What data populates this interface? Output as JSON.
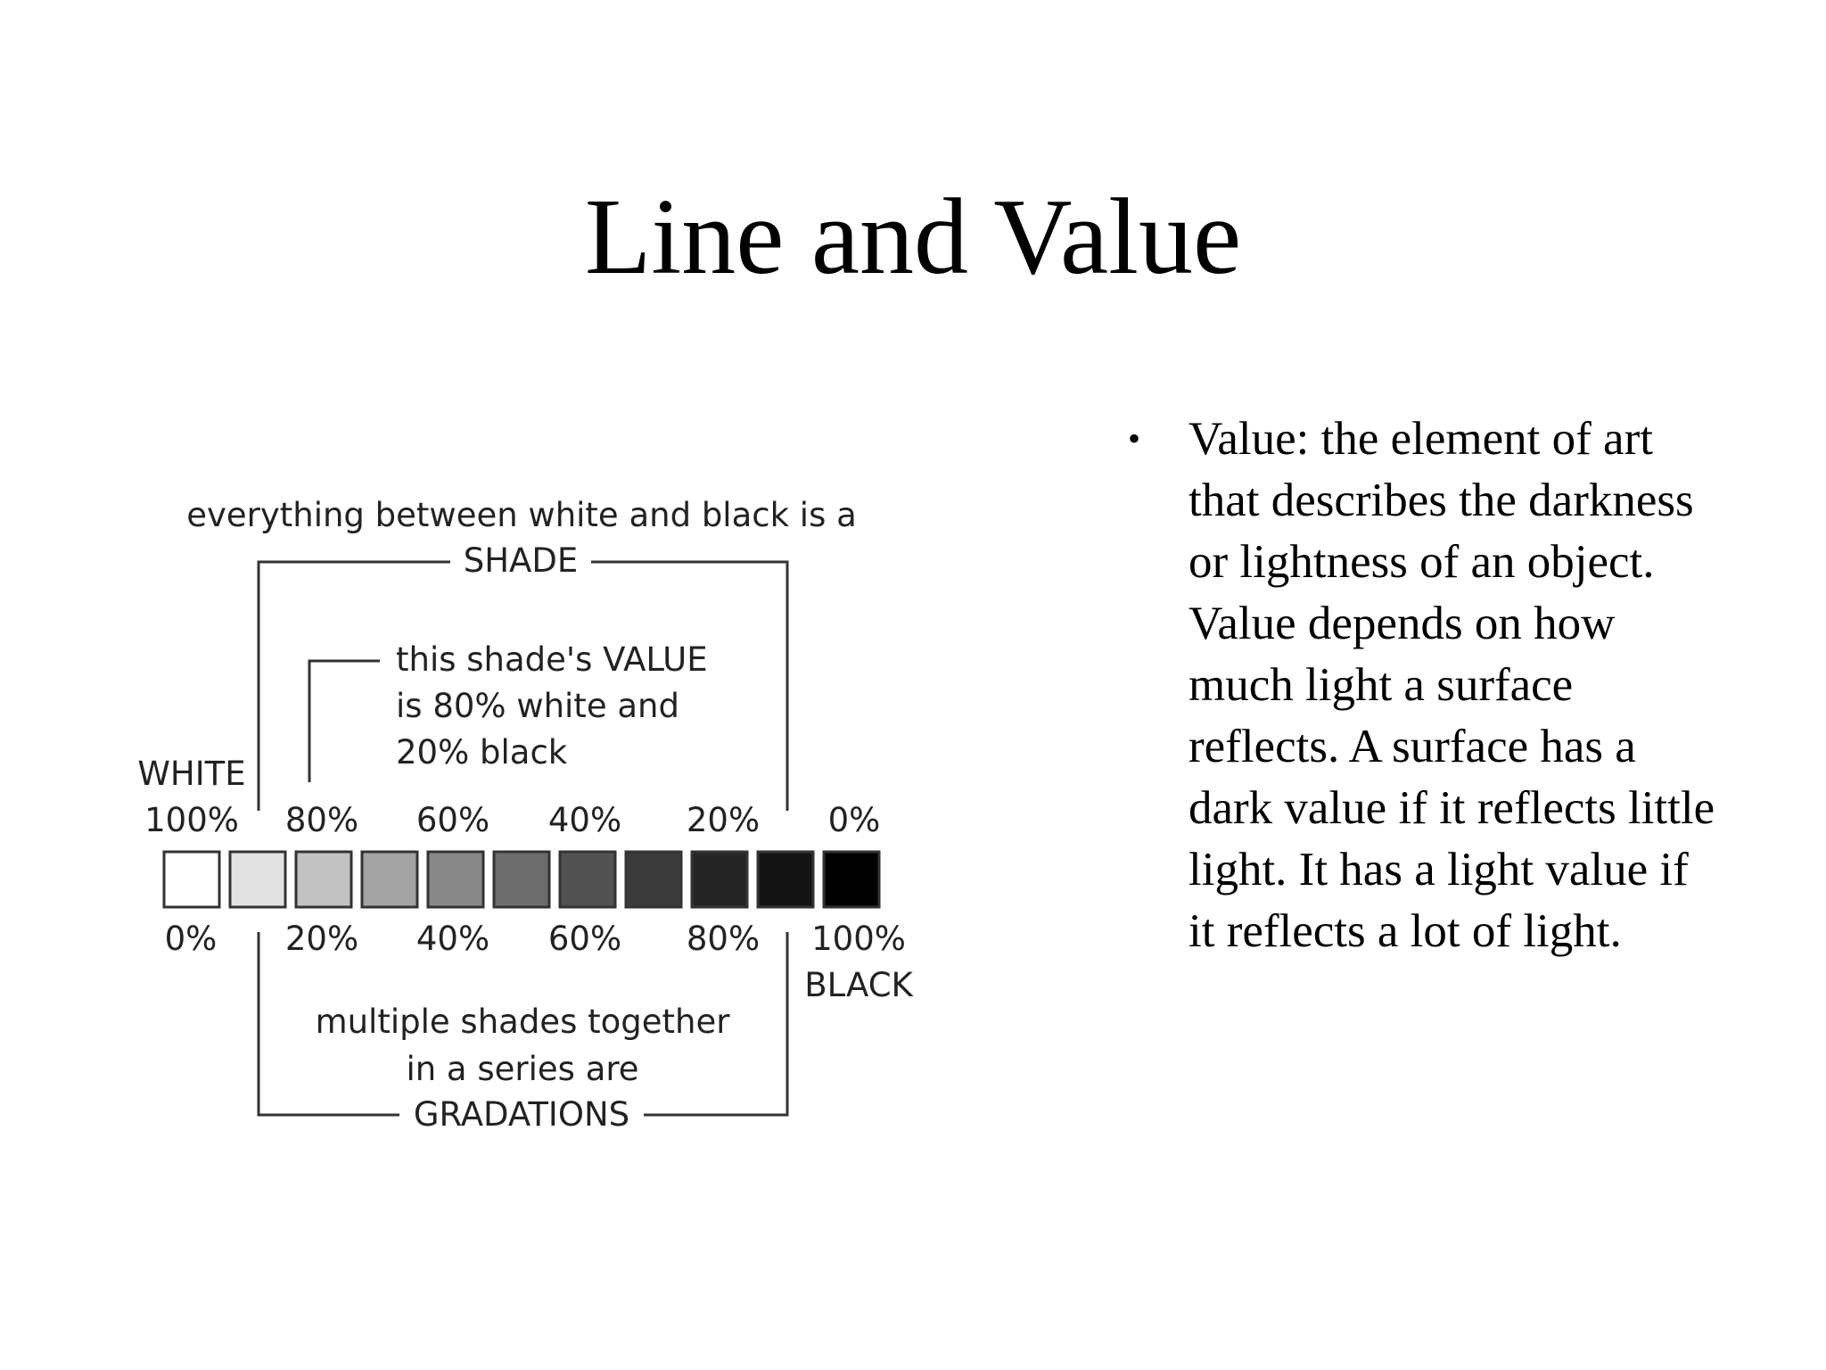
{
  "slide": {
    "title": "Line and Value"
  },
  "diagram": {
    "shade_caption": "everything between white and black is a",
    "shade_label": "SHADE",
    "value_lines": [
      "this shade's VALUE",
      "is 80% white and",
      "20% black"
    ],
    "white_label": "WHITE",
    "black_label": "BLACK",
    "top_percents": [
      "100%",
      "80%",
      "60%",
      "40%",
      "20%",
      "0%"
    ],
    "bottom_percents": [
      "0%",
      "20%",
      "40%",
      "60%",
      "80%",
      "100%"
    ],
    "gradation_lines": [
      "multiple shades together",
      "in a series are"
    ],
    "gradation_label": "GRADATIONS",
    "swatches": [
      {
        "white_pct": 100,
        "color": "#ffffff"
      },
      {
        "white_pct": 90,
        "color": "#e2e2e2"
      },
      {
        "white_pct": 80,
        "color": "#c2c2c2"
      },
      {
        "white_pct": 70,
        "color": "#a3a3a3"
      },
      {
        "white_pct": 60,
        "color": "#888888"
      },
      {
        "white_pct": 50,
        "color": "#6d6d6d"
      },
      {
        "white_pct": 40,
        "color": "#525252"
      },
      {
        "white_pct": 30,
        "color": "#3b3b3b"
      },
      {
        "white_pct": 20,
        "color": "#252525"
      },
      {
        "white_pct": 10,
        "color": "#141414"
      },
      {
        "white_pct": 0,
        "color": "#000000"
      }
    ]
  },
  "bullet": {
    "text": "Value: the element of art that describes the darkness or lightness of an object. Value depends on how much light a surface reflects. A surface has a dark value if it reflects little light. It has a light value if it reflects a lot of light."
  }
}
